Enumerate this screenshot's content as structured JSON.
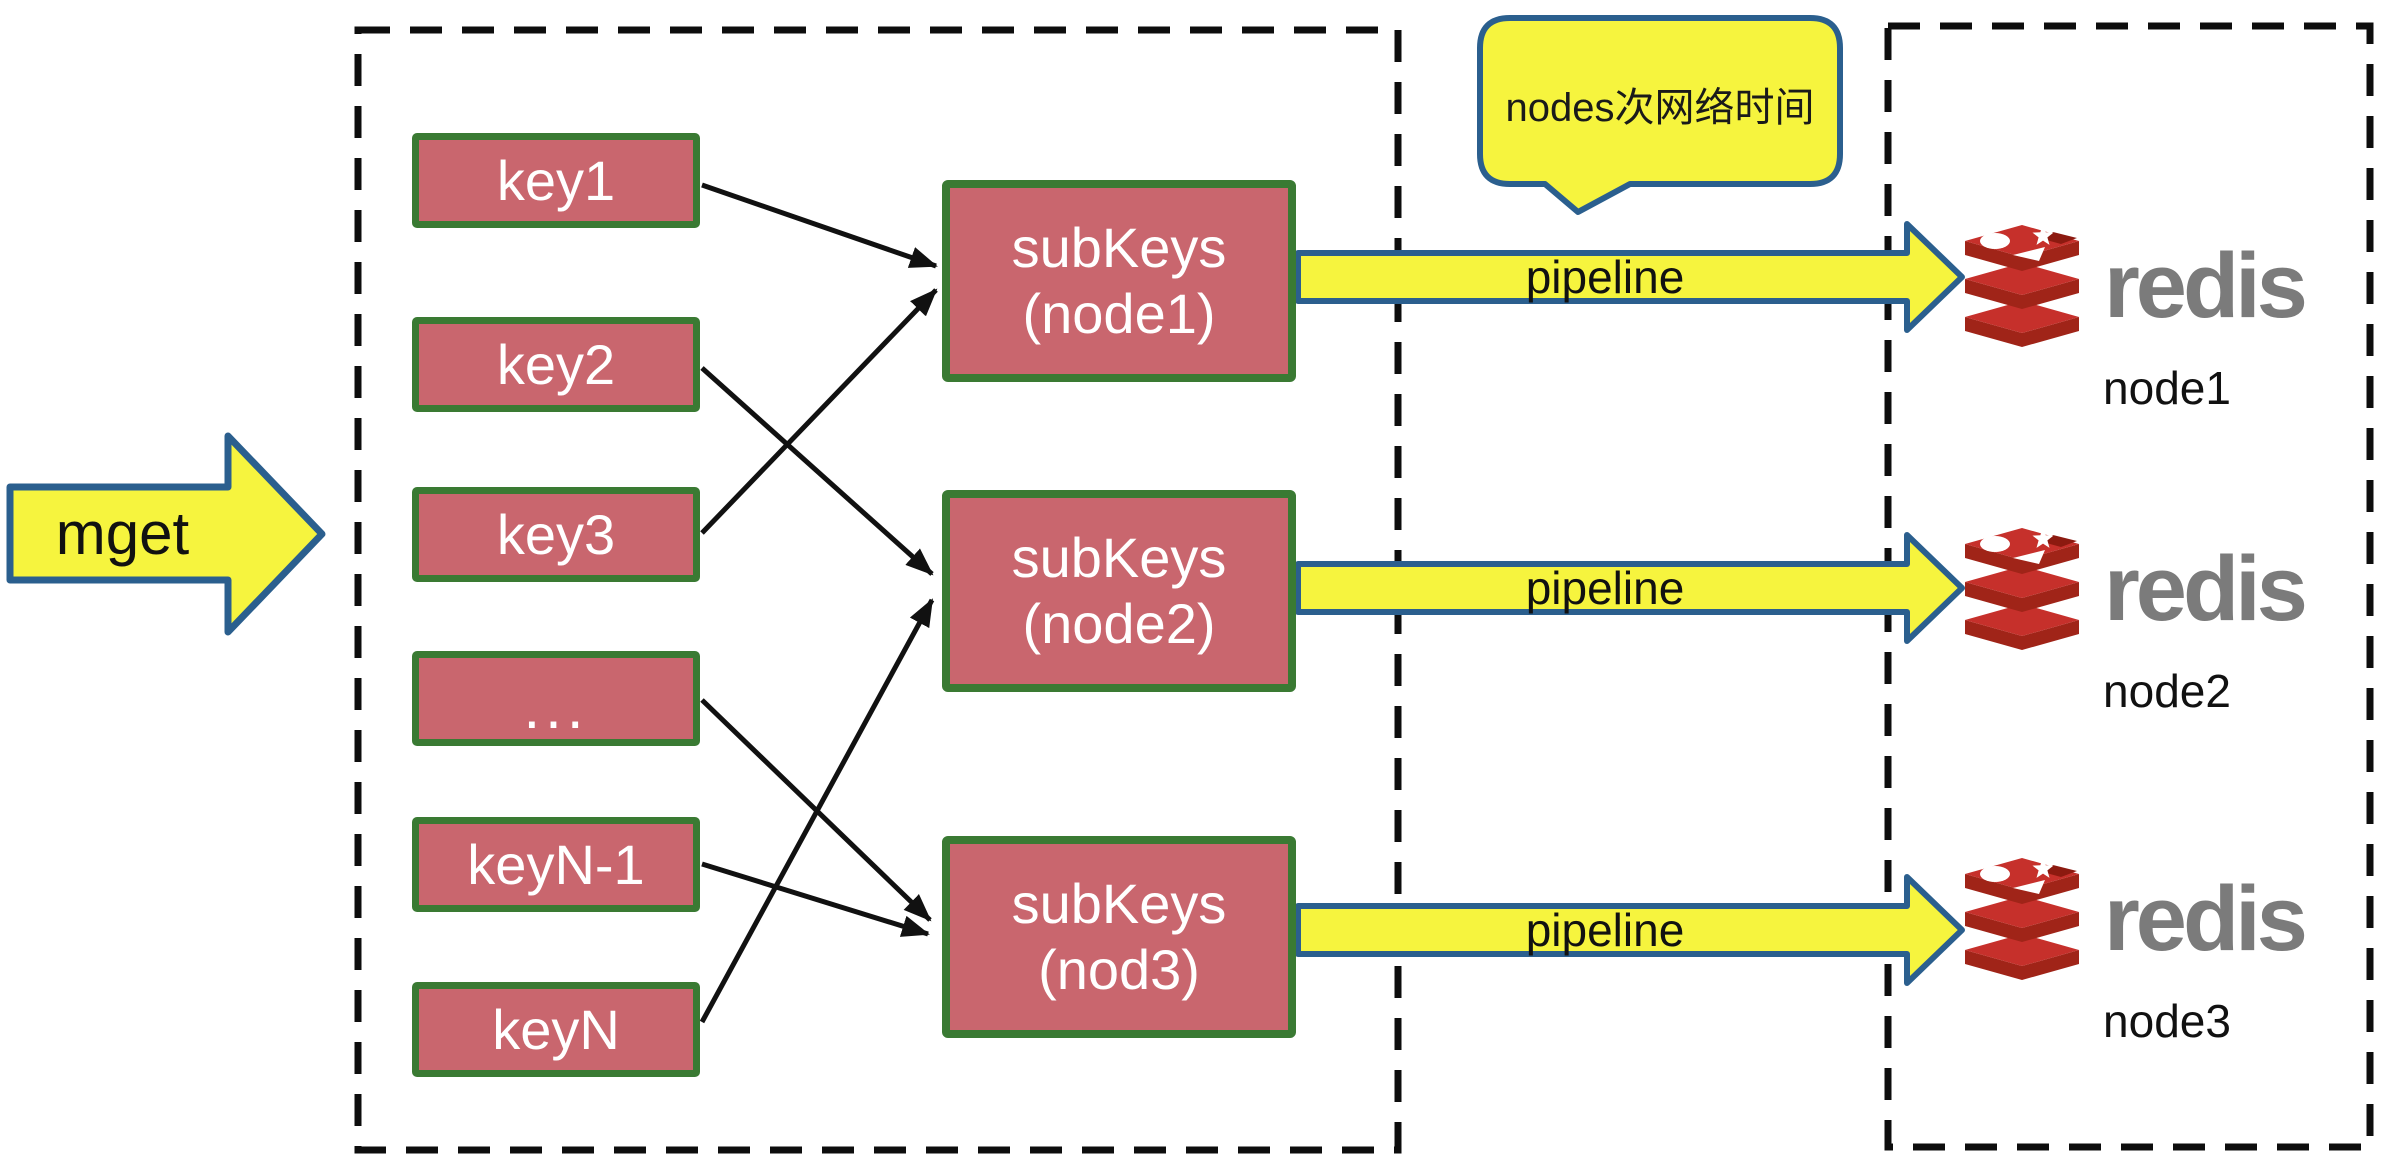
{
  "diagram": {
    "title_implicit": "redis cluster mget via pipeline",
    "mget_arrow": {
      "label": "mget"
    },
    "client_group": {
      "keys": [
        "key1",
        "key2",
        "key3",
        "...",
        "keyN-1",
        "keyN"
      ],
      "subkey_nodes": [
        {
          "line1": "subKeys",
          "line2": "(node1)"
        },
        {
          "line1": "subKeys",
          "line2": "(node2)"
        },
        {
          "line1": "subKeys",
          "line2": "(nod3)"
        }
      ]
    },
    "connections": [
      {
        "from": "key1",
        "to": "subKeys (node1)"
      },
      {
        "from": "key2",
        "to": "subKeys (node2)"
      },
      {
        "from": "key3",
        "to": "subKeys (node1)"
      },
      {
        "from": "...",
        "to": "subKeys (nod3)"
      },
      {
        "from": "keyN-1",
        "to": "subKeys (nod3)"
      },
      {
        "from": "keyN",
        "to": "subKeys (node2)"
      }
    ],
    "callout": {
      "text": "nodes次网络时间"
    },
    "pipeline_arrows": [
      {
        "label": "pipeline"
      },
      {
        "label": "pipeline"
      },
      {
        "label": "pipeline"
      }
    ],
    "redis_nodes": [
      {
        "brand": "redis",
        "label": "node1"
      },
      {
        "brand": "redis",
        "label": "node2"
      },
      {
        "brand": "redis",
        "label": "node3"
      }
    ],
    "colors": {
      "arrow_fill": "#f6f43e",
      "arrow_border": "#2b5f8e",
      "box_fill": "#c9666e",
      "box_border": "#3a7a33",
      "connector": "#111111",
      "redis_red": "#c6302b",
      "redis_dark_red": "#a02418",
      "wordmark_gray": "#7b7b7b",
      "text_black": "#111111",
      "box_text_white": "#ffffff"
    }
  }
}
